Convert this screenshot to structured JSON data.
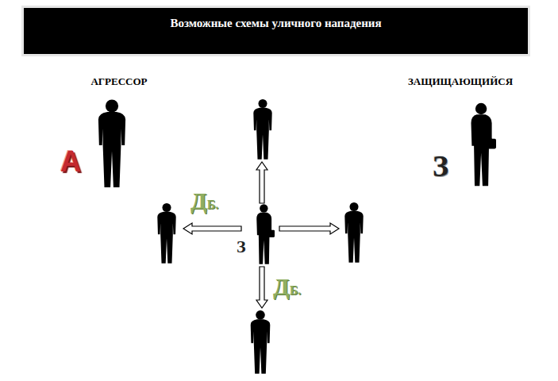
{
  "diagram": {
    "title": "Возможные схемы уличного нападения",
    "nodes": [
      {
        "text": [
          "АГРЕССОР",
          "А"
        ]
      },
      {
        "text": [
          "ЗАЩИЩАЮЩИЙСЯ",
          "З"
        ]
      },
      {
        "text": [
          "З"
        ]
      }
    ],
    "labels": [
      "ДБ.",
      "ДБ."
    ]
  }
}
